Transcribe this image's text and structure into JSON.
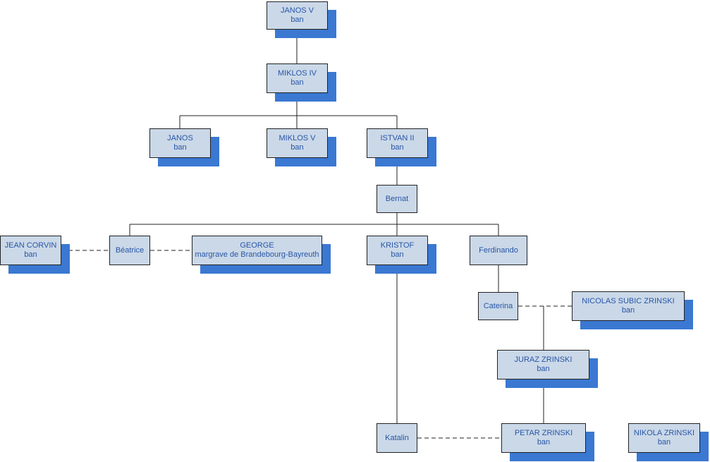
{
  "people": {
    "janos_v": {
      "name": "JANOS V",
      "title": "ban"
    },
    "miklos_iv": {
      "name": "MIKLOS IV",
      "title": "ban"
    },
    "janos": {
      "name": "JANOS",
      "title": "ban"
    },
    "miklos_v": {
      "name": "MIKLOS V",
      "title": "ban"
    },
    "istvan_ii": {
      "name": "ISTVAN II",
      "title": "ban"
    },
    "bernat": {
      "name": "Bernat",
      "title": ""
    },
    "jean_corvin": {
      "name": "JEAN CORVIN",
      "title": "ban"
    },
    "beatrice": {
      "name": "Béatrice",
      "title": ""
    },
    "george": {
      "name": "GEORGE",
      "title": "margrave de Brandebourg-Bayreuth"
    },
    "kristof": {
      "name": "KRISTOF",
      "title": "ban"
    },
    "ferdinando": {
      "name": "Ferdinando",
      "title": ""
    },
    "caterina": {
      "name": "Caterina",
      "title": ""
    },
    "nicolas_subic_zrinski": {
      "name": "NICOLAS SUBIC ZRINSKI",
      "title": "ban"
    },
    "juraz_zrinski": {
      "name": "JURAZ ZRINSKI",
      "title": "ban"
    },
    "katalin": {
      "name": "Katalin",
      "title": ""
    },
    "petar_zrinski": {
      "name": "PETAR  ZRINSKI",
      "title": "ban"
    },
    "nikola_zrinski": {
      "name": "NIKOLA ZRINSKI",
      "title": "ban"
    }
  },
  "colors": {
    "box_fill": "#cad8e8",
    "box_border": "#222222",
    "shadow": "#3a78d2",
    "text": "#2956a6",
    "line": "#222222"
  }
}
